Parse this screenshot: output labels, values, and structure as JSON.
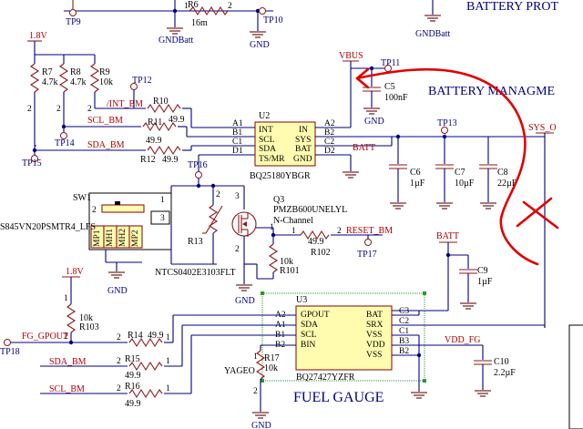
{
  "titles": {
    "battery_prot": "BATTERY PROT",
    "battery_manage": "BATTERY MANAGME",
    "fuel_gauge": "FUEL GAUGE"
  },
  "power": {
    "v18_top": "1.8V",
    "v18_mid": "1.8V",
    "vbus": "VBUS",
    "sys_o": "SYS_O",
    "batt": "BATT",
    "gnd": "GND",
    "gndbatt": "GNDBatt"
  },
  "testpoints": {
    "tp9": "TP9",
    "tp10": "TP10",
    "tp11": "TP11",
    "tp12": "TP12",
    "tp13": "TP13",
    "tp14": "TP14",
    "tp15": "TP15",
    "tp16": "TP16",
    "tp17": "TP17",
    "tp18": "TP18"
  },
  "nets": {
    "int_bm": "/INT_BM",
    "scl_bm": "SCL_BM",
    "sda_bm": "SDA_BM",
    "reset_bm": "RESET_BM",
    "fg_gpout": "FG_GPOUT",
    "vdd_fg": "VDD_FG",
    "batt_net": "BATT"
  },
  "resistors": {
    "r6": "R6",
    "r6_val": "16m",
    "r7": "R7",
    "r7_val": "4.7k",
    "r8": "R8",
    "r8_val": "4.7k",
    "r9": "R9",
    "r9_val": "10k",
    "r10": "R10",
    "r10_val": "49.9",
    "r11": "R11",
    "r11_val": "49.9",
    "r12": "R12",
    "r12_val": "49.9",
    "r13": "R13",
    "r13_part": "NTCS0402E3103FLT",
    "r101": "R101",
    "r101_val": "10k",
    "r102": "R102",
    "r102_val": "49.9",
    "r103": "R103",
    "r103_val": "10k",
    "r14": "R14",
    "r14_val": "49.9",
    "r15": "R15",
    "r15_val": "49.9",
    "r16": "R16",
    "r16_val": "49.9",
    "r17": "R17",
    "r17_val": "10k",
    "r17_mfr": "YAGEO"
  },
  "capacitors": {
    "c5": "C5",
    "c5_val": "100nF",
    "c6": "C6",
    "c6_val": "1µF",
    "c7": "C7",
    "c7_val": "10µF",
    "c8": "C8",
    "c8_val": "22µF",
    "c9": "C9",
    "c9_val": "1µF",
    "c10": "C10",
    "c10_val": "2.2µF"
  },
  "u2": {
    "ref": "U2",
    "part": "BQ25180YBGR",
    "left_pins": [
      "INT",
      "SCL",
      "SDA",
      "TS/MR"
    ],
    "left_nums": [
      "A1",
      "B1",
      "C1",
      "D1"
    ],
    "right_pins": [
      "IN",
      "SYS",
      "BAT",
      "GND"
    ],
    "right_nums": [
      "A2",
      "B2",
      "C2",
      "D2"
    ]
  },
  "u3": {
    "ref": "U3",
    "part": "BQ27427YZFR",
    "left_pins": [
      "GPOUT",
      "SDA",
      "SCL",
      "BIN"
    ],
    "left_nums": [
      "A2",
      "A1",
      "B1",
      "B2"
    ],
    "right_pins": [
      "BAT",
      "SRX",
      "VSS",
      "VDD",
      "VSS"
    ],
    "right_nums": [
      "C3",
      "C2",
      "C1",
      "B3",
      "B2"
    ]
  },
  "q3": {
    "ref": "Q3",
    "part": "PMZB600UNELYL",
    "type": "N-Channel"
  },
  "sw1": {
    "ref": "SW1",
    "part": "S845VN20PSMTR4_LFS",
    "pins": [
      "MP1",
      "MH1",
      "MH2",
      "MP2"
    ]
  },
  "pin_numbers": {
    "one": "1",
    "two": "2",
    "three": "3"
  }
}
